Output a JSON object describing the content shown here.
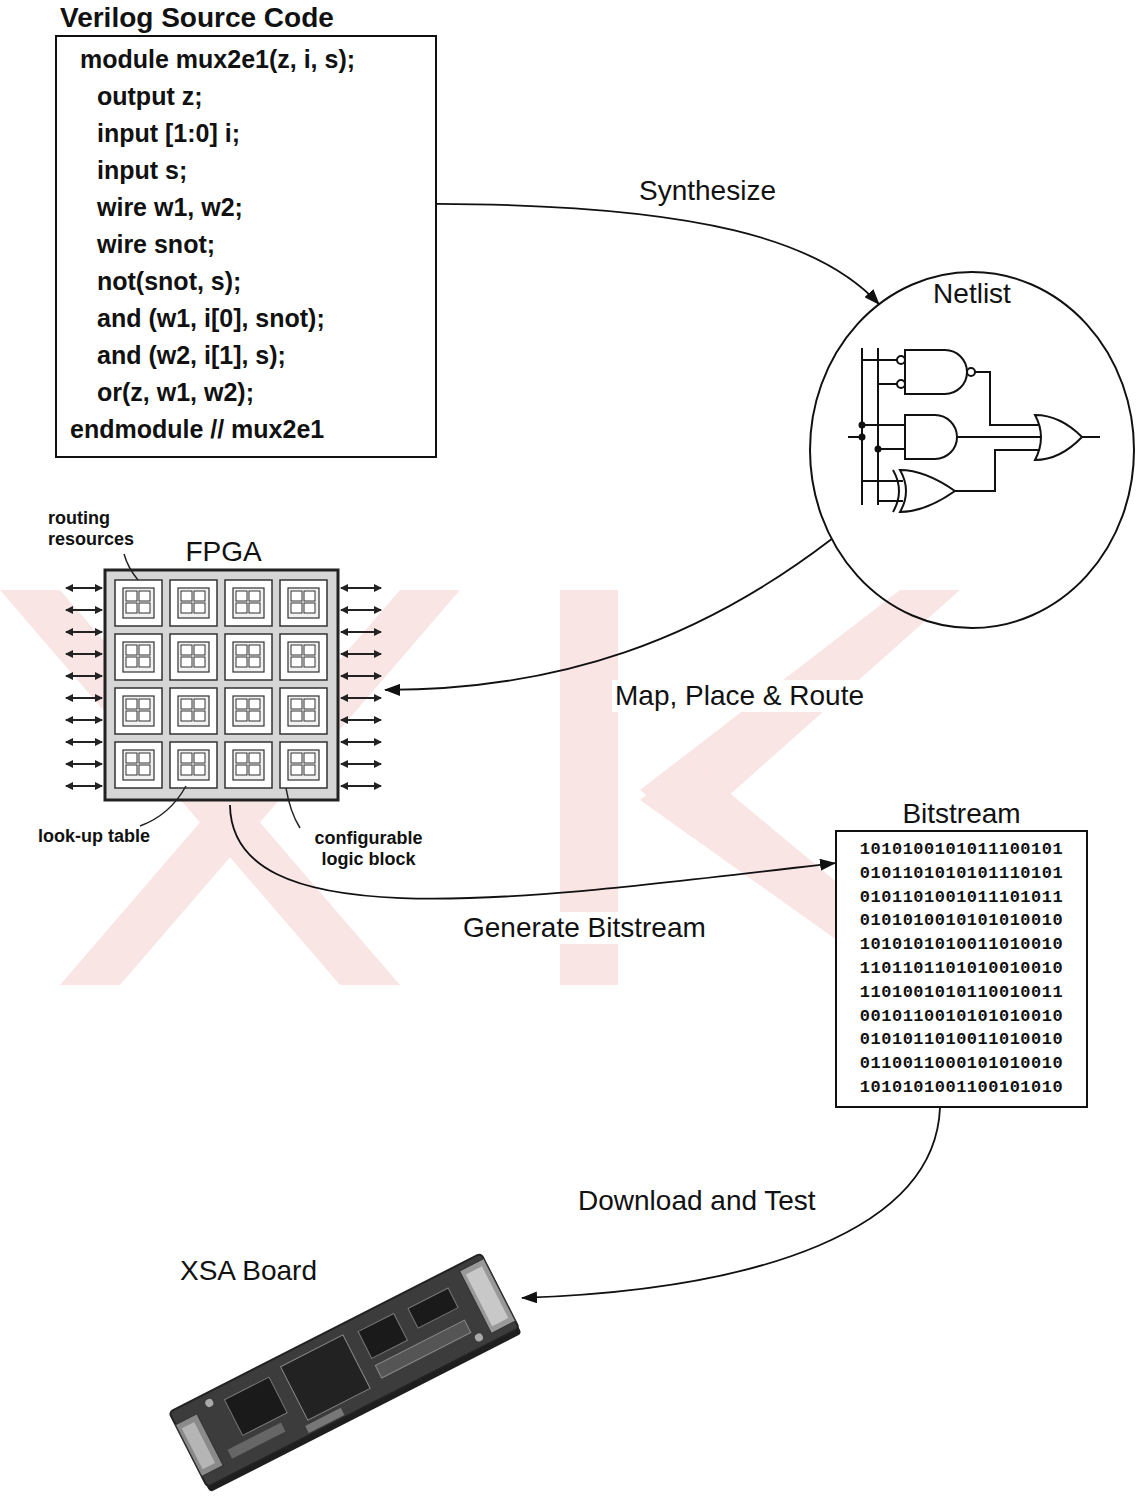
{
  "diagram": {
    "nodes": [
      {
        "text": [
          "Verilog Source Code",
          "module mux2e1(z, i, s);",
          "output z;",
          "input [1:0] i;",
          "input s;",
          "wire w1, w2;",
          "wire snot;",
          "not(snot, s);",
          "and (w1, i[0], snot);",
          "and (w2, i[1], s);",
          "or(z, w1, w2);",
          "endmodule // mux2e1"
        ]
      },
      {
        "text": [
          "Netlist"
        ]
      },
      {
        "text": [
          "FPGA"
        ]
      },
      {
        "text": [
          "Bitstream",
          "1010100101011100101",
          "0101101010101110101",
          "0101101001011101011",
          "0101010010101010010",
          "1010101010011010010",
          "1101101101010010010",
          "1101001010110010011",
          "0010110010101010010",
          "0101011010011010010",
          "0110011000101010010",
          "1010101001100101010"
        ]
      },
      {
        "text": [
          "XSA Board"
        ]
      }
    ],
    "edges": [
      {
        "from": 0,
        "to": 1,
        "label": "Synthesize",
        "arrow": "to"
      },
      {
        "from": 1,
        "to": 2,
        "label": "Map, Place & Route",
        "arrow": "to"
      },
      {
        "from": 2,
        "to": 3,
        "label": "Generate Bitstream",
        "arrow": "to"
      },
      {
        "from": 3,
        "to": 4,
        "label": "Download and Test",
        "arrow": "to"
      }
    ],
    "labels": [
      "routing resources",
      "look-up table",
      "configurable logic block"
    ]
  }
}
